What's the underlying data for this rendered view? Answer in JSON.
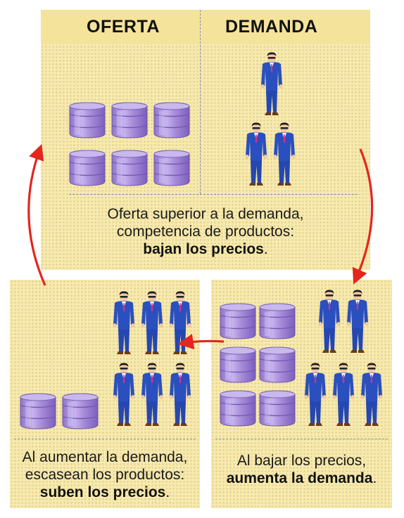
{
  "headers": {
    "supply": "OFERTA",
    "demand": "DEMANDA"
  },
  "captions": {
    "top": {
      "line1": "Oferta superior a la demanda,",
      "line2": "competencia de productos:",
      "bold": "bajan los precios",
      "end": "."
    },
    "bottom_left": {
      "line1": "Al aumentar la demanda,",
      "line2": "escasean los productos:",
      "bold": "suben los precios",
      "end": "."
    },
    "bottom_right": {
      "line1": "Al bajar los precios,",
      "bold": "aumenta la demanda",
      "end": "."
    }
  },
  "icons": {
    "product": "barrel-icon",
    "consumer": "businessman-icon",
    "cycle_arrow": "curved-arrow-icon"
  },
  "colors": {
    "panel_background": "#f7eab0",
    "barrel": "#a78bd8",
    "suit": "#2a4fbf",
    "arrow": "#e4261d",
    "divider": "#7f8fb8"
  }
}
